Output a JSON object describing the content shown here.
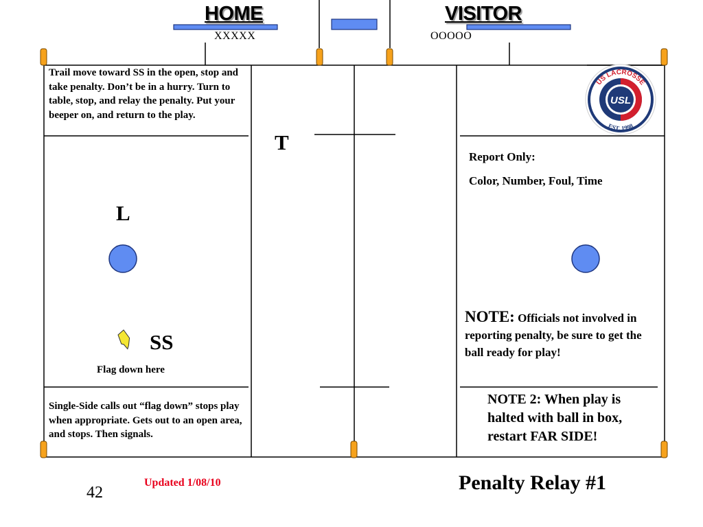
{
  "header": {
    "home_label": "HOME",
    "visitor_label": "VISITOR",
    "home_code": "XXXXX",
    "visitor_code": "OOOOO"
  },
  "positions": {
    "trail": "T",
    "lead": "L",
    "single_side": "SS"
  },
  "notes": {
    "trail_instructions": "Trail move toward SS in the open, stop and take penalty.  Don’t be in a hurry.  Turn to table, stop, and relay the penalty. Put your beeper on, and return to the play.",
    "report_only_heading": "Report Only:",
    "report_only_items": "Color, Number, Foul, Time",
    "note1_lead": "NOTE:",
    "note1_body": " Officials not involved in reporting penalty, be sure to get the ball ready for play!",
    "flag_caption": "Flag down here",
    "single_side_instructions": "Single-Side calls out “flag down” stops play when appropriate.  Gets out to an open area, and stops.  Then signals.",
    "note2": "NOTE 2: When play is halted with ball in box, restart FAR SIDE!"
  },
  "footer": {
    "slide_number": "42",
    "updated": "Updated 1/08/10",
    "title": "Penalty Relay #1"
  },
  "logo": {
    "arc_text": "US LACROSSE",
    "badge_text": "USL",
    "est_text": "EST. 1998"
  },
  "colors": {
    "marker_blue": "#5f8cf2",
    "cone_orange": "#f6a21c",
    "updated_red": "#e8001c",
    "logo_navy": "#1f3a78",
    "logo_red": "#d21f2e",
    "flag_yellow": "#f4e634"
  }
}
